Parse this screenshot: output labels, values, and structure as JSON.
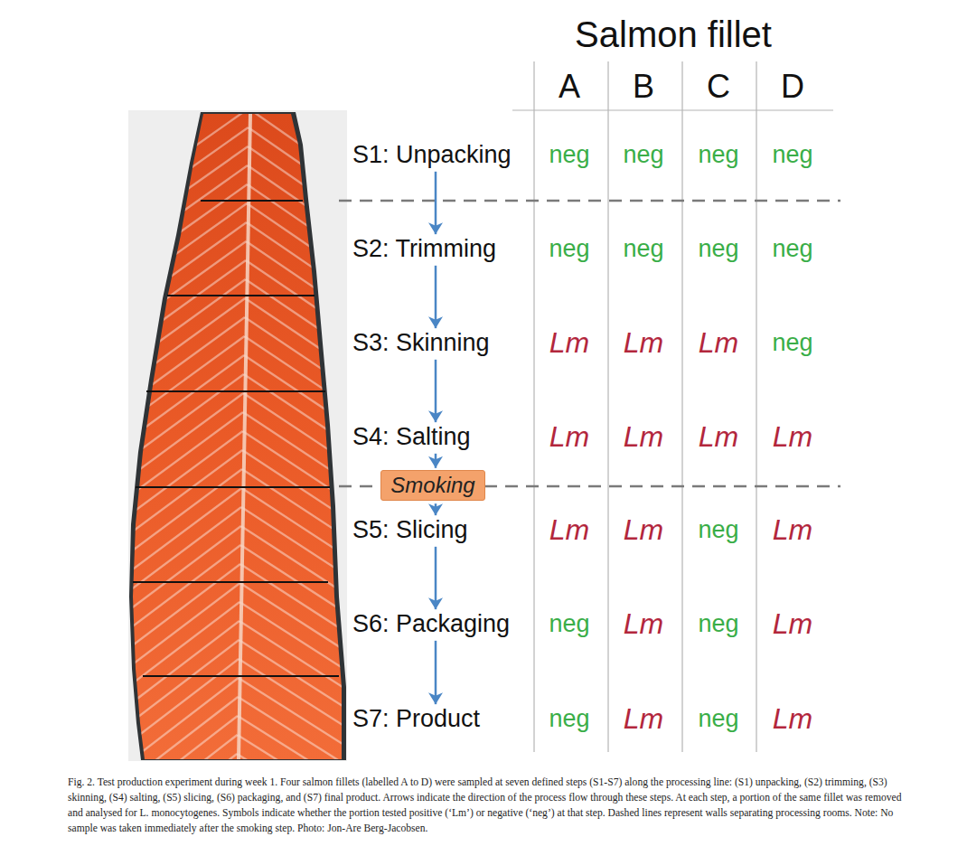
{
  "diagram": {
    "title": "Salmon fillet",
    "caption": "Fig. 2. Test production experiment during week 1. Four salmon fillets (labelled A to D) were sampled at seven defined steps (S1-S7) along the processing line: (S1) unpacking, (S2) trimming, (S3) skinning, (S4) salting, (S5) slicing, (S6) packaging, and (S7) final product. Arrows indicate the direction of the process flow through these steps. At each step, a portion of the same fillet was removed and analysed for L. monocytogenes. Symbols indicate whether the portion tested positive (‘Lm’) or negative (‘neg’) at that step. Dashed lines represent walls separating processing rooms. Note: No sample was taken immediately after the smoking step. Photo: Jon-Are Berg-Jacobsen.",
    "nodes": [
      {
        "text": [
          "S1: Unpacking"
        ]
      },
      {
        "text": [
          "S2: Trimming"
        ]
      },
      {
        "text": [
          "S3: Skinning"
        ]
      },
      {
        "text": [
          "S4: Salting"
        ]
      },
      {
        "text": [
          "Smoking"
        ]
      },
      {
        "text": [
          "S5: Slicing"
        ]
      },
      {
        "text": [
          "S6: Packaging"
        ]
      },
      {
        "text": [
          "S7: Product"
        ]
      }
    ],
    "edges": [
      {
        "from": 0,
        "to": 1,
        "arrow": "to"
      },
      {
        "from": 1,
        "to": 2,
        "arrow": "to"
      },
      {
        "from": 2,
        "to": 3,
        "arrow": "to"
      },
      {
        "from": 3,
        "to": 4,
        "arrow": "to"
      },
      {
        "from": 4,
        "to": 5,
        "arrow": "to"
      },
      {
        "from": 5,
        "to": 6,
        "arrow": "to"
      },
      {
        "from": 6,
        "to": 7,
        "arrow": "to"
      }
    ],
    "labels": [
      "A",
      "B",
      "C",
      "D",
      "neg",
      "neg",
      "neg",
      "neg",
      "neg",
      "neg",
      "neg",
      "neg",
      "Lm",
      "Lm",
      "Lm",
      "neg",
      "Lm",
      "Lm",
      "Lm",
      "Lm",
      "Lm",
      "Lm",
      "neg",
      "Lm",
      "neg",
      "Lm",
      "neg",
      "Lm",
      "neg",
      "Lm",
      "neg",
      "Lm"
    ]
  }
}
